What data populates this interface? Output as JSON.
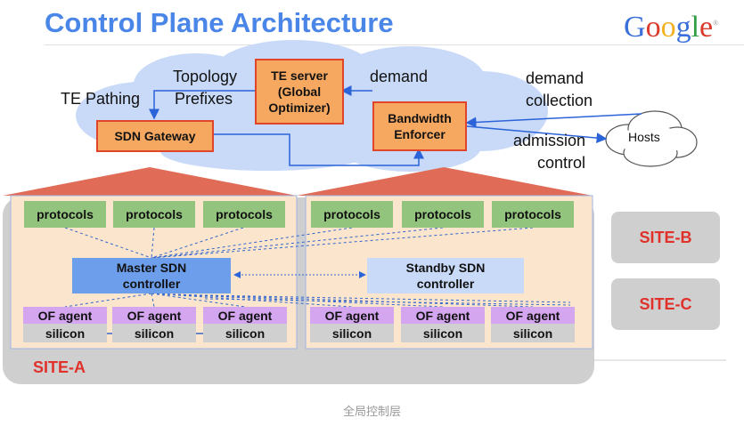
{
  "slide": {
    "title": "Control Plane Architecture",
    "logo_letters": [
      {
        "ch": "G",
        "color": "#3b6fd9"
      },
      {
        "ch": "o",
        "color": "#d93a2b"
      },
      {
        "ch": "o",
        "color": "#f2b01e"
      },
      {
        "ch": "g",
        "color": "#3b6fd9"
      },
      {
        "ch": "l",
        "color": "#2f9e44"
      },
      {
        "ch": "e",
        "color": "#d93a2b"
      }
    ],
    "caption": "全局控制层"
  },
  "cloud": {
    "te_server": "TE server\n(Global\nOptimizer)",
    "sdn_gateway": "SDN Gateway",
    "bandwidth_enforcer": "Bandwidth\nEnforcer",
    "labels": {
      "te_pathing": "TE Pathing",
      "topology": "Topology",
      "prefixes": "Prefixes",
      "demand": "demand",
      "demand_collection": "demand\ncollection",
      "admission_control": "admission\ncontrol"
    },
    "hosts": "Hosts"
  },
  "site_a": {
    "label": "SITE-A",
    "left_building": {
      "protocols": [
        "protocols",
        "protocols",
        "protocols"
      ],
      "controller": "Master SDN\ncontroller",
      "agents": [
        {
          "agent": "OF agent",
          "silicon": "silicon"
        },
        {
          "agent": "OF agent",
          "silicon": "silicon"
        },
        {
          "agent": "OF agent",
          "silicon": "silicon"
        }
      ]
    },
    "right_building": {
      "protocols": [
        "protocols",
        "protocols",
        "protocols"
      ],
      "controller": "Standby SDN\ncontroller",
      "agents": [
        {
          "agent": "OF agent",
          "silicon": "silicon"
        },
        {
          "agent": "OF agent",
          "silicon": "silicon"
        },
        {
          "agent": "OF agent",
          "silicon": "silicon"
        }
      ]
    }
  },
  "other_sites": [
    "SITE-B",
    "SITE-C"
  ],
  "colors": {
    "title_blue": "#4a86e8",
    "cloud": "#c9daf8",
    "orange_box": "#f6a861",
    "red_border": "#e0452c",
    "protocols_green": "#93c47d",
    "master_blue": "#6d9eeb",
    "standby_blue": "#c9daf8",
    "agent_purple": "#d5a6f0",
    "silicon_gray": "#d0d0d0",
    "site_red": "#e0312b"
  }
}
